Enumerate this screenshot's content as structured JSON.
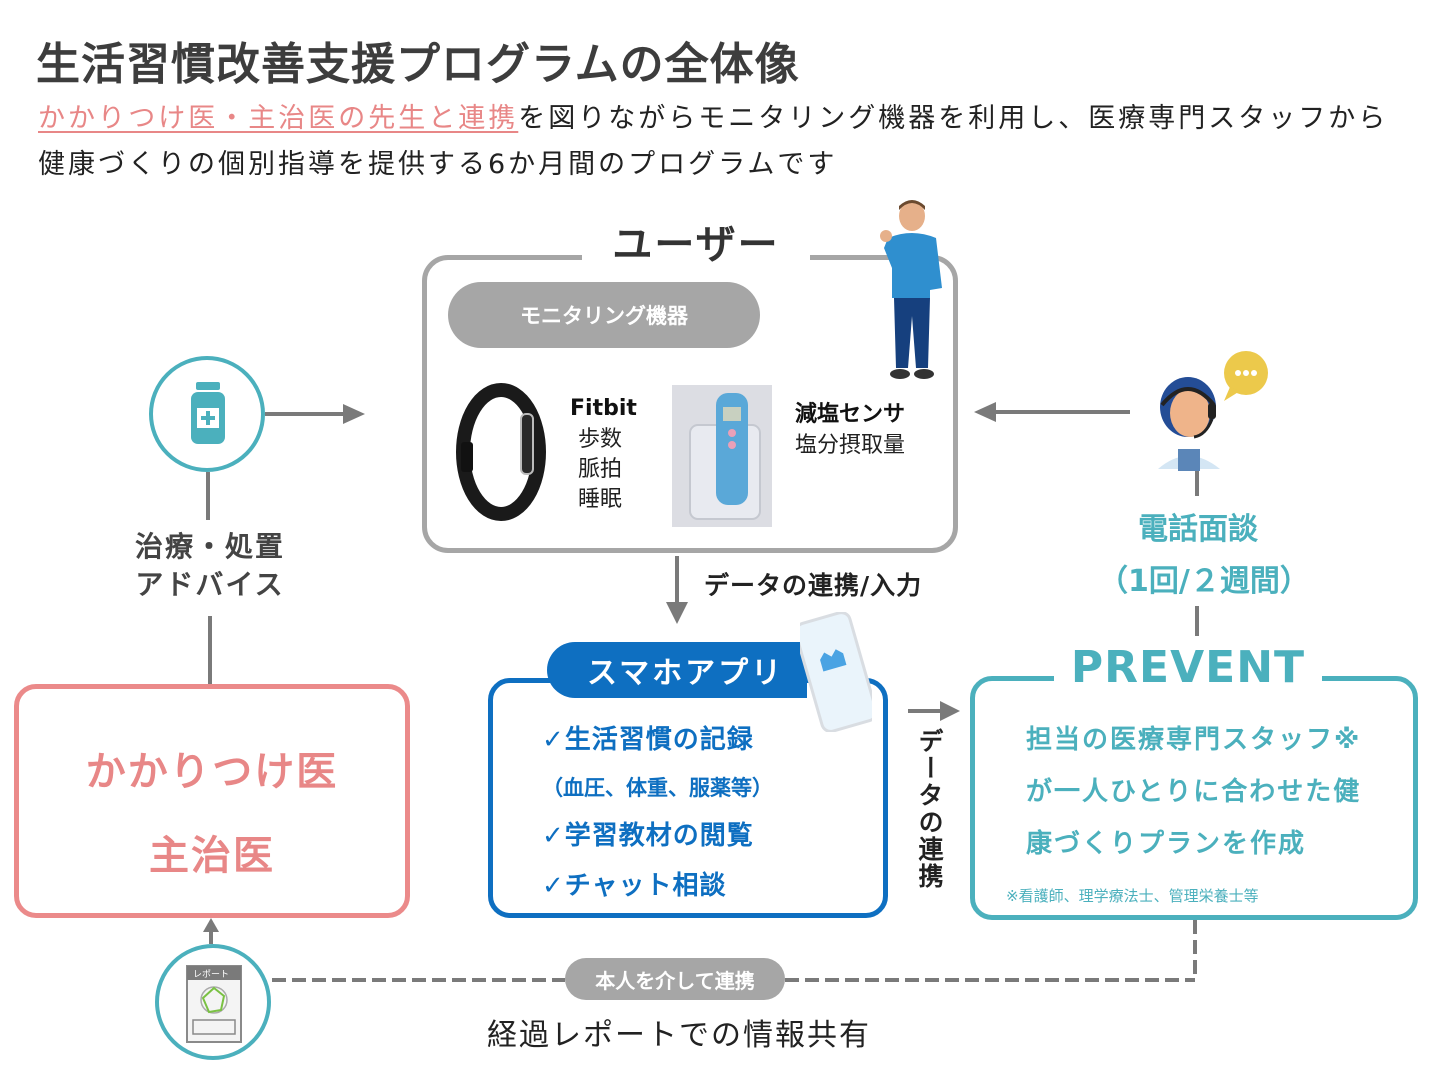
{
  "header": {
    "title": "生活習慣改善支援プログラムの全体像",
    "intro_highlight": "かかりつけ医・主治医の先生と連携",
    "intro_rest": "を図りながらモニタリング機器を利用し、医療専門スタッフから健康づくりの個別指導を提供する6か月間のプログラムです"
  },
  "user_section": {
    "label": "ユーザー",
    "devices_pill": "モニタリング機器",
    "fitbit": {
      "name": "Fitbit",
      "metrics": [
        "歩数",
        "脈拍",
        "睡眠"
      ]
    },
    "salt_sensor": {
      "name": "減塩センサ",
      "metric": "塩分摂取量"
    }
  },
  "doctor_section": {
    "treatment_label": [
      "治療・処置",
      "アドバイス"
    ],
    "box_lines": [
      "かかりつけ医",
      "主治医"
    ]
  },
  "app_section": {
    "link_label": "データの連携/入力",
    "pill": "スマホアプリ",
    "items": [
      {
        "text": "✓生活習慣の記録",
        "kind": "item"
      },
      {
        "text": "（血圧、体重、服薬等）",
        "kind": "sub"
      },
      {
        "text": "✓学習教材の閲覧",
        "kind": "item"
      },
      {
        "text": "✓チャット相談",
        "kind": "item"
      }
    ],
    "side_link_label": "データの連携"
  },
  "prevent_section": {
    "phone_interview": [
      "電話面談",
      "（1回/２週間）"
    ],
    "label": "PREVENT",
    "description": [
      "担当の医療専門スタッフ※",
      "が一人ひとりに合わせた健",
      "康づくりプランを作成"
    ],
    "note": "※看護師、理学療法士、管理栄養士等"
  },
  "report_section": {
    "report_icon_label": "レポート",
    "via_pill": "本人を介して連携",
    "share_label": "経過レポートでの情報共有"
  },
  "colors": {
    "teal": "#4bb0bd",
    "blue": "#0e6fc1",
    "pink": "#eb8a8a",
    "gray": "#a6a6a6"
  }
}
